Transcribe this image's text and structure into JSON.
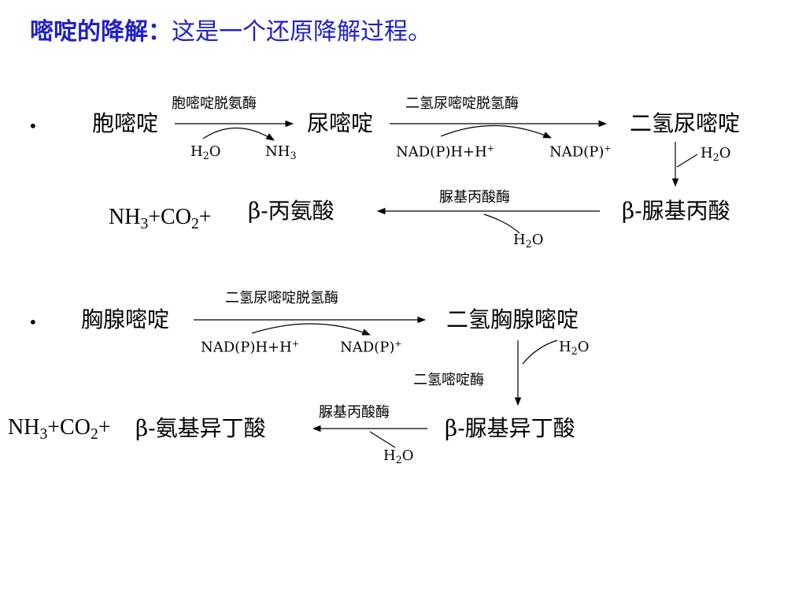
{
  "title": {
    "strong": "嘧啶的降解：",
    "rest": "这是一个还原降解过程。"
  },
  "bullet": "•",
  "pathway1": {
    "cytosine": "胞嘧啶",
    "enzyme1": "胞嘧啶脱氨酶",
    "h2o_in": {
      "main": "H",
      "sub": "2",
      "tail": "O"
    },
    "nh3_out": {
      "main": "NH",
      "sub": "3"
    },
    "uracil": "尿嘧啶",
    "enzyme2": "二氢尿嘧啶脱氢酶",
    "cofactor_in": {
      "main": "NAD(P)H+H",
      "sup": "+"
    },
    "cofactor_out": {
      "main": "NAD(P)",
      "sup": "+"
    },
    "dihydrouracil": "二氢尿嘧啶",
    "h2o_down": {
      "main": "H",
      "sub": "2",
      "tail": "O"
    },
    "ureidopropionate": "β-脲基丙酸",
    "enzyme3": "脲基丙酸酶",
    "h2o_back": {
      "main": "H",
      "sub": "2",
      "tail": "O"
    },
    "products": {
      "nh": "NH",
      "nh_sub": "3",
      "plus1": "+CO",
      "co_sub": "2",
      "plus2": "+"
    },
    "beta_alanine": "β-丙氨酸"
  },
  "pathway2": {
    "thymine": "胸腺嘧啶",
    "enzyme1": "二氢尿嘧啶脱氢酶",
    "cofactor_in": {
      "main": "NAD(P)H+H",
      "sup": "+"
    },
    "cofactor_out": {
      "main": "NAD(P)",
      "sup": "+"
    },
    "dihydrothymine": "二氢胸腺嘧啶",
    "enzyme2": "二氢嘧啶酶",
    "h2o_down": {
      "main": "H",
      "sub": "2",
      "tail": "O"
    },
    "ureidoisobutyrate": "β-脲基异丁酸",
    "enzyme3": "脲基丙酸酶",
    "h2o_back": {
      "main": "H",
      "sub": "2",
      "tail": "O"
    },
    "products": {
      "nh": "NH",
      "nh_sub": "3",
      "plus1": "+CO",
      "co_sub": "2",
      "plus2": "+"
    },
    "aminoisobutyrate": "β-氨基异丁酸"
  },
  "colors": {
    "title": "#1f20c8",
    "text": "#000000",
    "background": "#ffffff"
  }
}
